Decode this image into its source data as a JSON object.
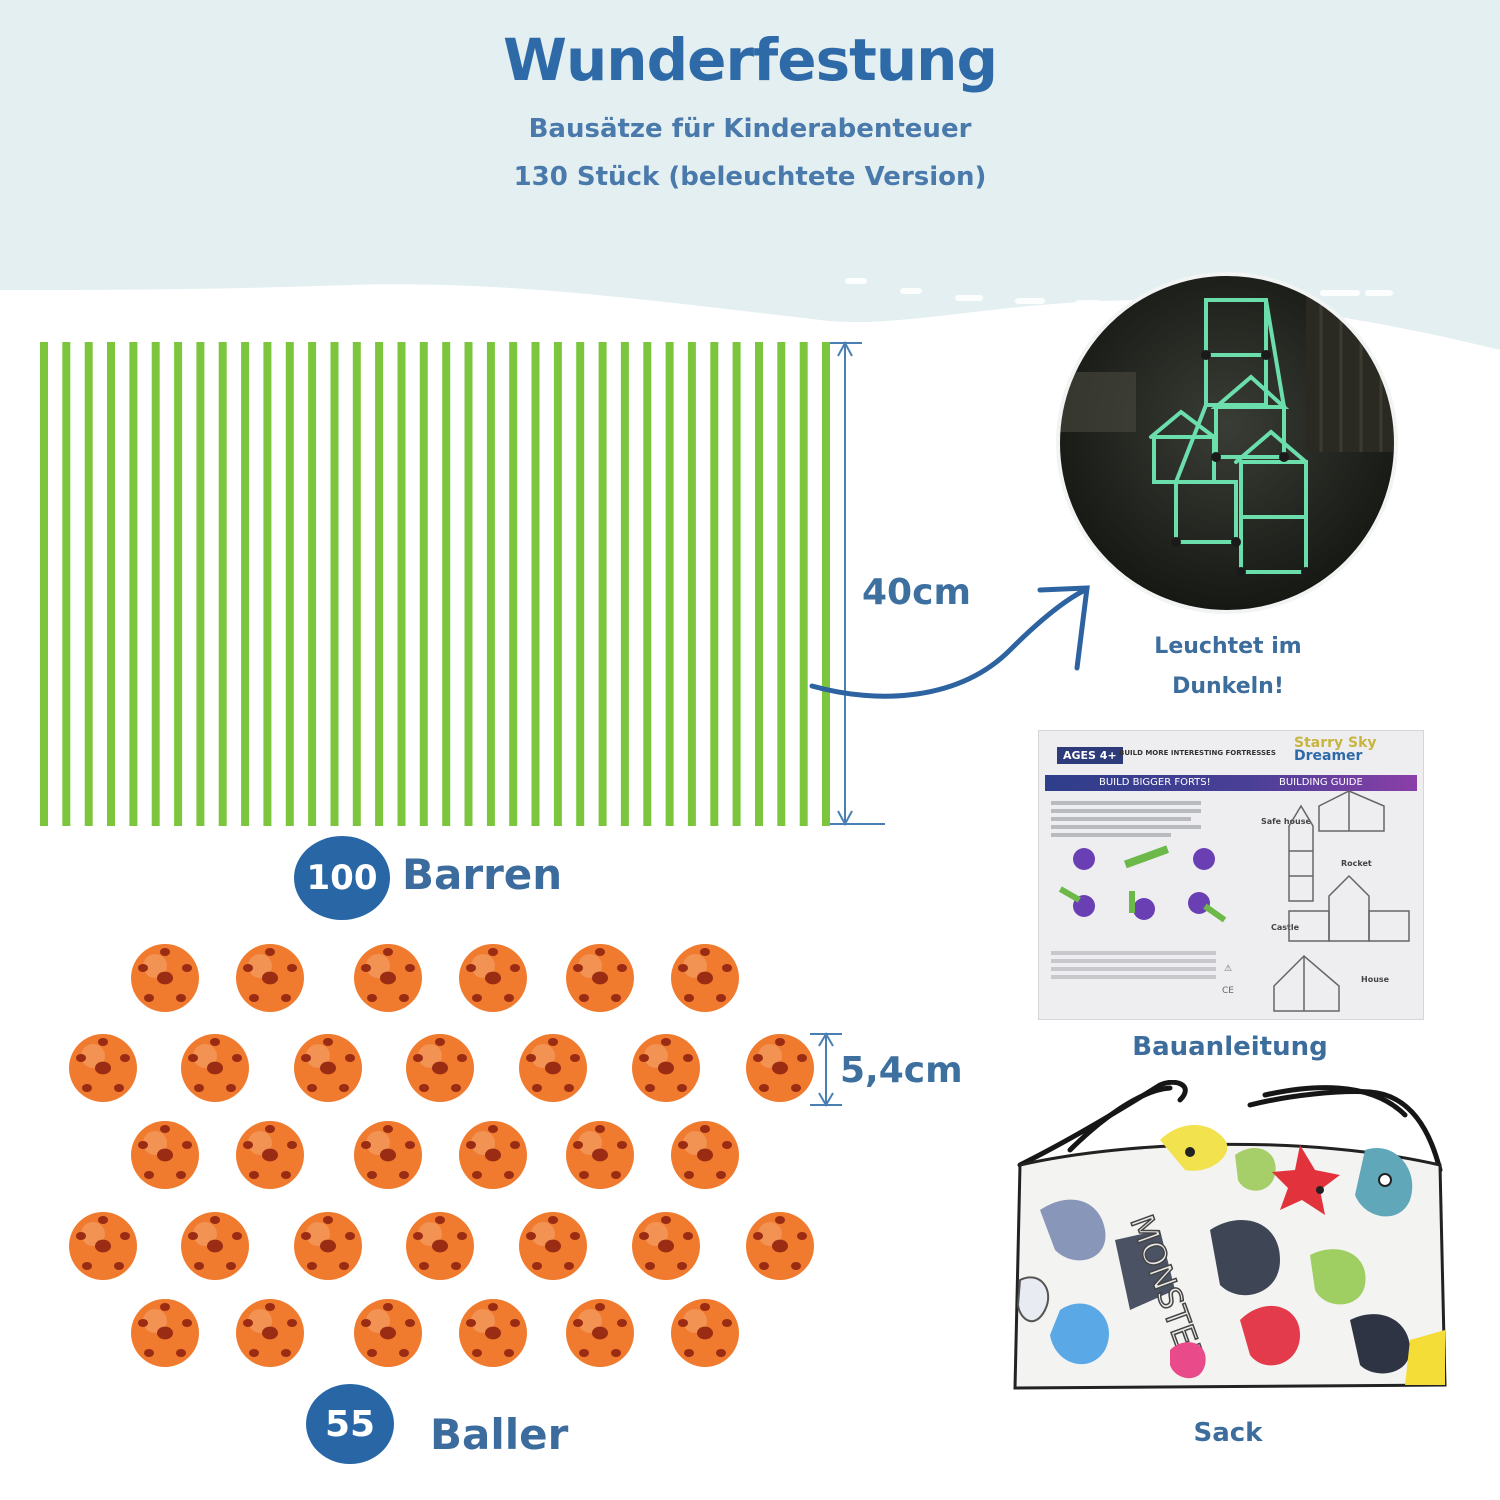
{
  "header": {
    "title": "Wunderfestung",
    "subtitle_line1": "Bausätze für Kinderabenteuer",
    "subtitle_line2": "130 Stück (beleuchtete Version)"
  },
  "bars": {
    "count": "100",
    "label": "Barren",
    "length": "40cm",
    "color": "#7cc63e"
  },
  "balls": {
    "count": "55",
    "label": "Baller",
    "diameter": "5,4cm",
    "color": "#f07a2e"
  },
  "glow": {
    "caption_line1": "Leuchtet im",
    "caption_line2": "Dunkeln!"
  },
  "guide": {
    "caption": "Bauanleitung",
    "ages": "AGES 4+",
    "tagline": "BUILD MORE INTERESTING FORTRESSES",
    "brand_line1": "Starry Sky",
    "brand_line2": "Dreamer",
    "bar_left": "BUILD BIGGER FORTS!",
    "bar_right": "BUILDING GUIDE",
    "item1": "Safe house",
    "item2": "Rocket",
    "item3": "Castle",
    "item4": "House"
  },
  "sack": {
    "caption": "Sack"
  },
  "colors": {
    "accent": "#2f6aa8",
    "badge": "#2866a6",
    "header_bg": "#e4f0f2"
  }
}
